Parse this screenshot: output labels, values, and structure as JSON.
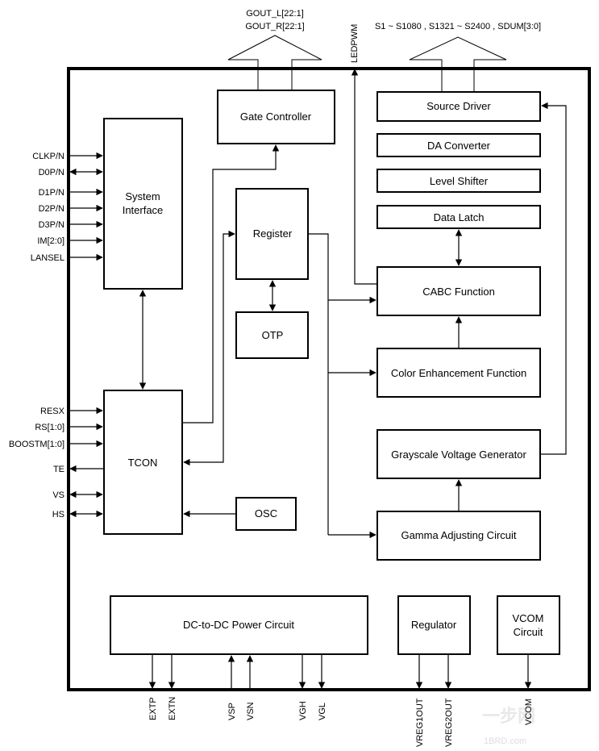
{
  "blocks": {
    "system_interface": [
      "System",
      "Interface"
    ],
    "tcon": "TCON",
    "gate_controller": "Gate Controller",
    "register": "Register",
    "otp": "OTP",
    "osc": "OSC",
    "source_driver": "Source Driver",
    "da_converter": "DA Converter",
    "level_shifter": "Level Shifter",
    "data_latch": "Data Latch",
    "cabc_function": "CABC Function",
    "color_enhancement": "Color Enhancement Function",
    "grayscale_voltage": "Grayscale Voltage Generator",
    "gamma_adjusting": "Gamma Adjusting Circuit",
    "dcdc_power": "DC-to-DC Power Circuit",
    "regulator": "Regulator",
    "vcom_circuit": [
      "VCOM",
      "Circuit"
    ]
  },
  "top_labels": {
    "gout": [
      "GOUT_L[22:1]",
      "GOUT_R[22:1]"
    ],
    "ledpwm": "LEDPWM",
    "source_outputs": "S1 ~ S1080 , S1321 ~ S2400 , SDUM[3:0]"
  },
  "left_pins": {
    "interface": [
      "CLKP/N",
      "D0P/N",
      "D1P/N",
      "D2P/N",
      "D3P/N",
      "IM[2:0]",
      "LANSEL"
    ],
    "tcon": [
      "RESX",
      "RS[1:0]",
      "BOOSTM[1:0]",
      "TE",
      "VS",
      "HS"
    ]
  },
  "bottom_pins": [
    "EXTP",
    "EXTN",
    "VSP",
    "VSN",
    "VGH",
    "VGL",
    "VREG1OUT",
    "VREG2OUT",
    "VCOM"
  ],
  "watermark": [
    "一步网",
    "1BRD.com"
  ]
}
